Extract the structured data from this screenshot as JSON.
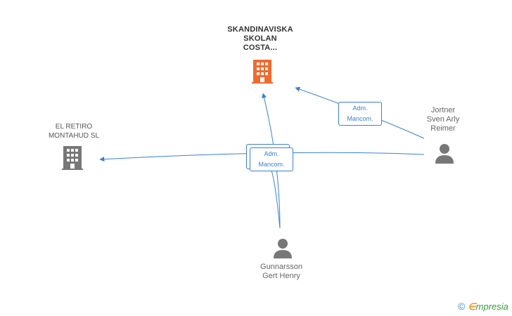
{
  "nodes": {
    "main_company": {
      "name_lines": [
        "SKANDINAVISKA",
        "SKOLAN",
        "COSTA..."
      ],
      "icon": "building-icon",
      "color": "#f26a2e"
    },
    "el_retiro": {
      "name_lines": [
        "EL RETIRO",
        "MONTAHUD SL"
      ],
      "icon": "building-icon",
      "color": "#777777"
    },
    "jortner": {
      "name_lines": [
        "Jortner",
        "Sven Arly",
        "Reimer"
      ],
      "icon": "person-icon",
      "color": "#777777"
    },
    "gunnarsson": {
      "name_lines": [
        "Gunnarsson",
        "Gert Henry"
      ],
      "icon": "person-icon",
      "color": "#777777"
    }
  },
  "edges": {
    "jortner_to_main": {
      "line1": "Adm.",
      "line2": "Mancom."
    },
    "center_link": {
      "line1": "Adm.",
      "line2": "Mancom."
    }
  },
  "edge_color": "#3a7fd5",
  "brand": {
    "copyright": "©",
    "e": "∈",
    "rest": "mpresia"
  }
}
